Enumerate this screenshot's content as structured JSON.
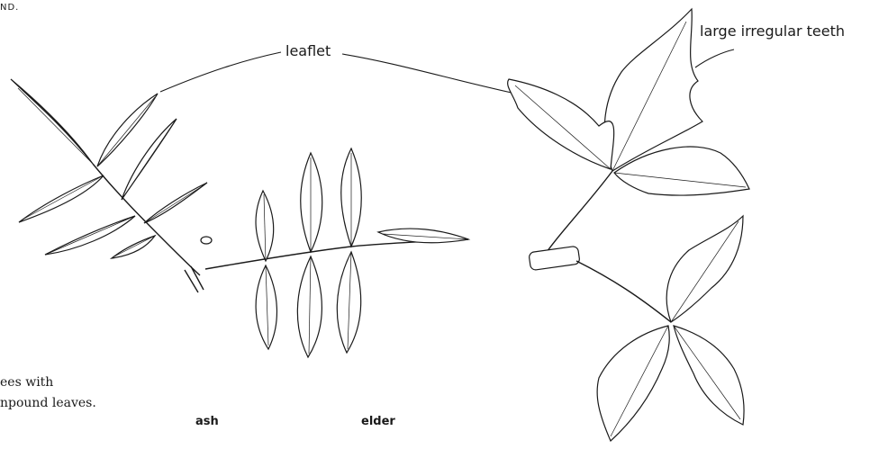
{
  "header": {
    "text": "ND."
  },
  "labels": {
    "leaflet": "leaflet",
    "large_irregular_teeth": "large irregular teeth"
  },
  "caption": {
    "line1": "ees with",
    "line2": "npound leaves."
  },
  "specimens": {
    "ash": "ash",
    "elder": "elder"
  }
}
